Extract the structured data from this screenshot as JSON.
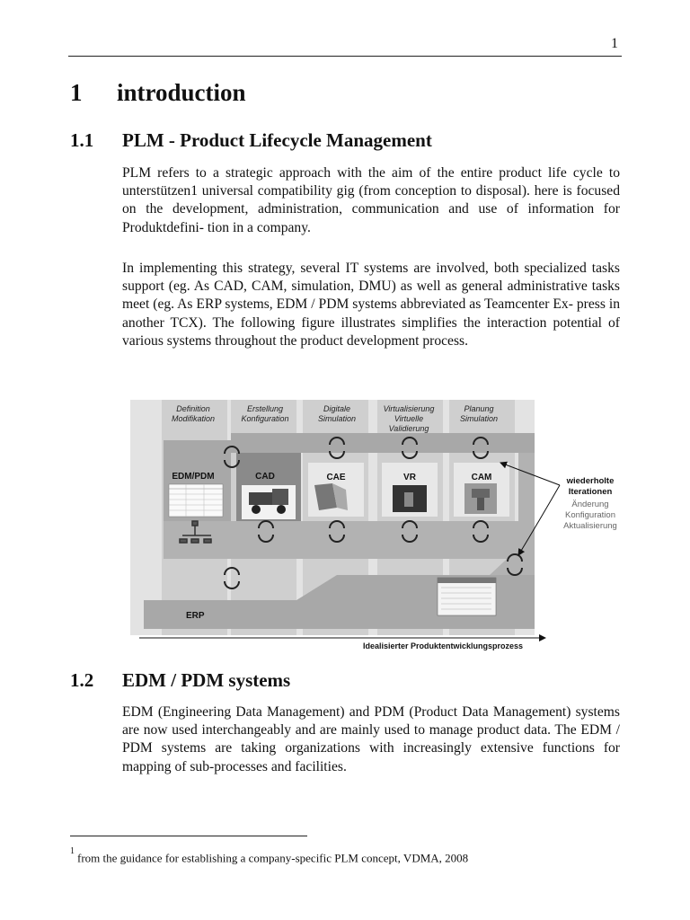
{
  "page_number": "1",
  "chapter": {
    "number": "1",
    "title": "introduction"
  },
  "sections": [
    {
      "number": "1.1",
      "title": "PLM - Product Lifecycle Management",
      "paragraphs": [
        "PLM refers to a strategic approach with the aim of the entire product life cycle to unterstützen1 universal compatibility gig (from conception to disposal). here is focused on the development, administration, communication and use of information for Produktdefini- tion in a company.",
        "In implementing this strategy, several IT systems are involved, both specialized tasks support (eg. As CAD, CAM, simulation, DMU) as well as general administrative tasks meet (eg. As ERP systems, EDM / PDM systems abbreviated as Teamcenter Ex- press in another TCX). The following figure illustrates simplifies the interaction potential of various systems throughout the product development process."
      ]
    },
    {
      "number": "1.2",
      "title": "EDM / PDM systems",
      "paragraphs": [
        "EDM (Engineering Data Management) and PDM (Product Data Management) systems are now used interchangeably and are mainly used to manage product data. The EDM / PDM systems are taking organizations with increasingly extensive functions for mapping of sub-processes and facilities."
      ]
    }
  ],
  "figure": {
    "phases": [
      [
        "Definition",
        "Modifikation"
      ],
      [
        "Erstellung",
        "Konfiguration"
      ],
      [
        "Digitale",
        "Simulation"
      ],
      [
        "Virtualisierung",
        "Virtuelle",
        "Validierung"
      ],
      [
        "Planung",
        "Simulation"
      ]
    ],
    "systems": [
      "EDM/PDM",
      "CAD",
      "CAE",
      "VR",
      "CAM"
    ],
    "erp_label": "ERP",
    "iterations_title": [
      "wiederholte",
      "Iterationen"
    ],
    "iterations_items": [
      "Änderung",
      "Konfiguration",
      "Aktualisierung"
    ],
    "axis_label": "Idealisierter Produktentwicklungsprozess"
  },
  "footnote": {
    "marker": "1",
    "text": "from the guidance for establishing a company-specific PLM concept, VDMA, 2008"
  }
}
